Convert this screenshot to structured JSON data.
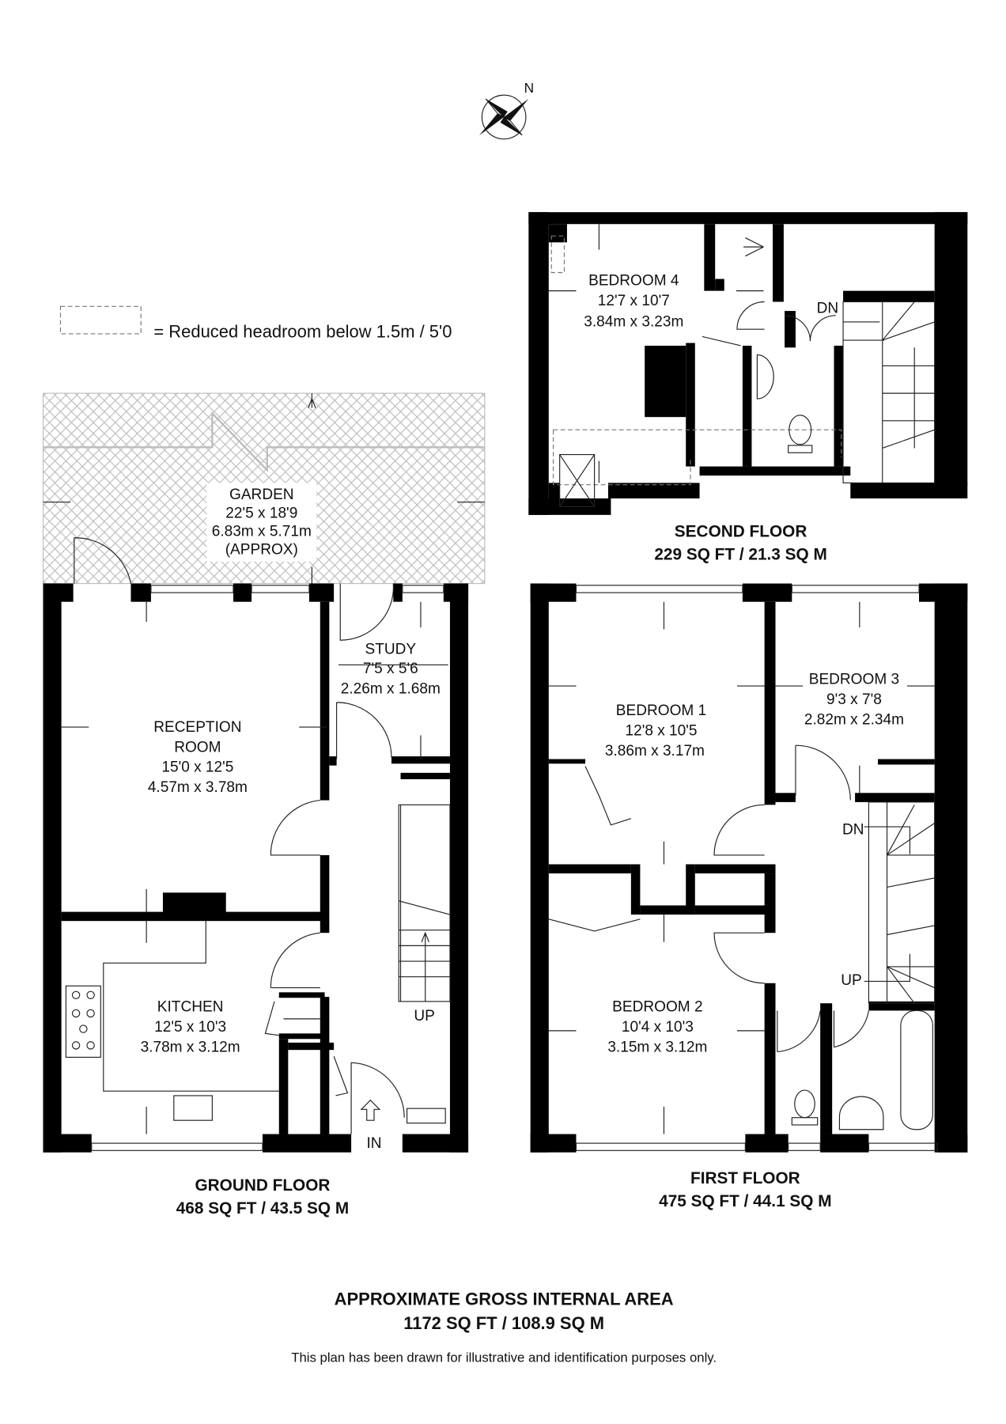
{
  "compass": {
    "label": "N"
  },
  "legend": {
    "text": "= Reduced headroom below 1.5m / 5'0"
  },
  "rooms": {
    "garden": {
      "name": "GARDEN",
      "imperial": "22'5 x 18'9",
      "metric": "6.83m x 5.71m",
      "note": "(APPROX)"
    },
    "reception": {
      "name1": "RECEPTION",
      "name2": "ROOM",
      "imperial": "15'0 x 12'5",
      "metric": "4.57m x 3.78m"
    },
    "study": {
      "name": "STUDY",
      "imperial": "7'5 x 5'6",
      "metric": "2.26m x 1.68m"
    },
    "kitchen": {
      "name": "KITCHEN",
      "imperial": "12'5 x 10'3",
      "metric": "3.78m x 3.12m"
    },
    "bedroom1": {
      "name": "BEDROOM 1",
      "imperial": "12'8 x 10'5",
      "metric": "3.86m x 3.17m"
    },
    "bedroom2": {
      "name": "BEDROOM 2",
      "imperial": "10'4 x 10'3",
      "metric": "3.15m x 3.12m"
    },
    "bedroom3": {
      "name": "BEDROOM 3",
      "imperial": "9'3 x 7'8",
      "metric": "2.82m x 2.34m"
    },
    "bedroom4": {
      "name": "BEDROOM 4",
      "imperial": "12'7 x 10'7",
      "metric": "3.84m x 3.23m"
    }
  },
  "markers": {
    "up": "UP",
    "dn": "DN",
    "in": "IN"
  },
  "floors": {
    "ground": {
      "title": "GROUND FLOOR",
      "area": "468 SQ FT / 43.5 SQ M"
    },
    "first": {
      "title": "FIRST FLOOR",
      "area": "475 SQ FT / 44.1 SQ M"
    },
    "second": {
      "title": "SECOND FLOOR",
      "area": "229 SQ FT / 21.3 SQ M"
    }
  },
  "total": {
    "title": "APPROXIMATE GROSS INTERNAL AREA",
    "area": "1172 SQ FT / 108.9 SQ M"
  },
  "disclaimer": "This plan has been drawn for illustrative and identification purposes only.",
  "colors": {
    "wall": "#000000",
    "hatch": "#bdbdbd"
  }
}
